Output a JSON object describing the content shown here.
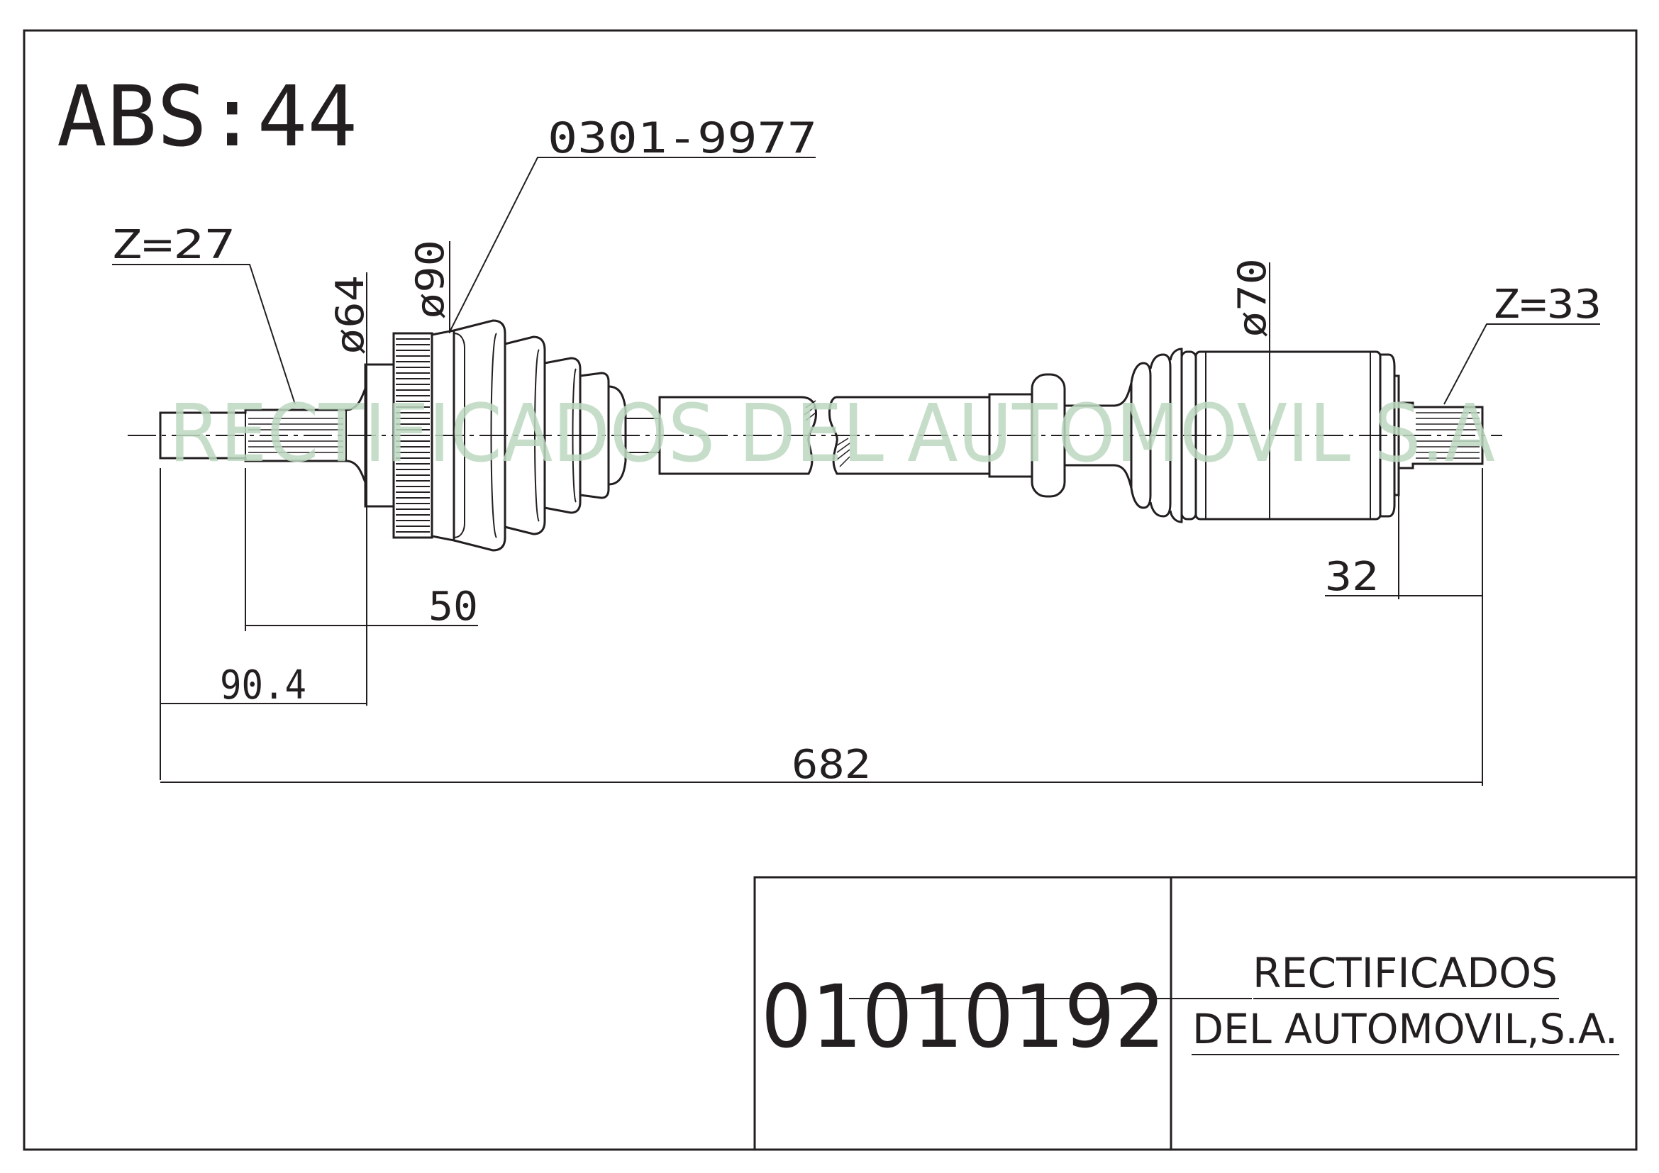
{
  "drawing": {
    "abs_label": "ABS:44",
    "part_reference": "0301-9977",
    "left_spline": "Z=27",
    "right_spline": "Z=33",
    "diameters": {
      "inner_joint": "ø64",
      "outer_joint": "ø90",
      "right_joint": "ø70"
    },
    "dimensions": {
      "d50": "50",
      "d90_4": "90.4",
      "d682": "682",
      "d32": "32"
    },
    "watermark": "RECTIFICADOS DEL AUTOMOVIL S.A"
  },
  "title_block": {
    "part_number": "01010192",
    "company_line1": "RECTIFICADOS",
    "company_line2": "DEL AUTOMOVIL,S.A."
  },
  "colors": {
    "ink": "#231f20",
    "watermark": "#bcd8c0"
  }
}
